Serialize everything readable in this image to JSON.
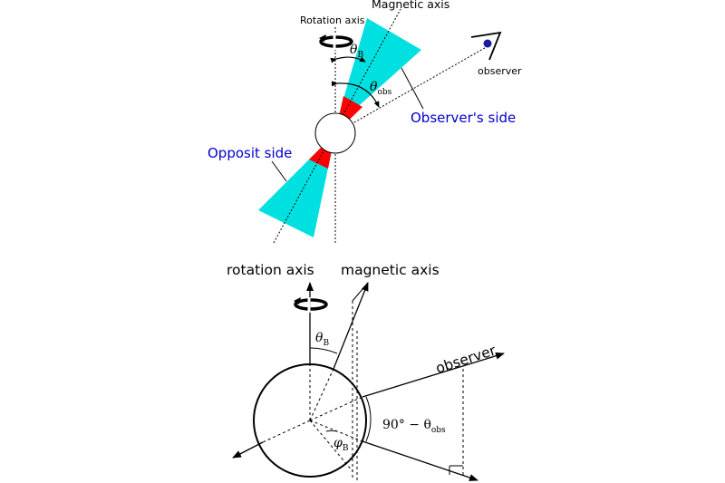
{
  "top_diagram": {
    "rotation_axis_label": "Rotation axis",
    "magnetic_axis_label": "Magnetic axis",
    "observer_label": "observer",
    "theta_b_symbol": "θ",
    "theta_b_subscript": "B",
    "theta_obs_symbol": "θ",
    "theta_obs_subscript": "obs",
    "observers_side_label": "Observer's side",
    "opposite_side_label": "Opposit side"
  },
  "bottom_diagram": {
    "rotation_axis_label": "rotation axis",
    "magnetic_axis_label": "magnetic axis",
    "observer_label": "observer",
    "theta_b_symbol": "θ",
    "theta_b_subscript": "B",
    "phi_b_symbol": "φ",
    "phi_b_subscript": "B",
    "angle_prefix": "90° − θ",
    "angle_subscript": "obs"
  },
  "colors": {
    "beam": "#00e0e0",
    "emission_core": "#ff0000",
    "side_label": "#0000cc",
    "observer_eye": "#1a1aa0",
    "line": "#000000"
  }
}
